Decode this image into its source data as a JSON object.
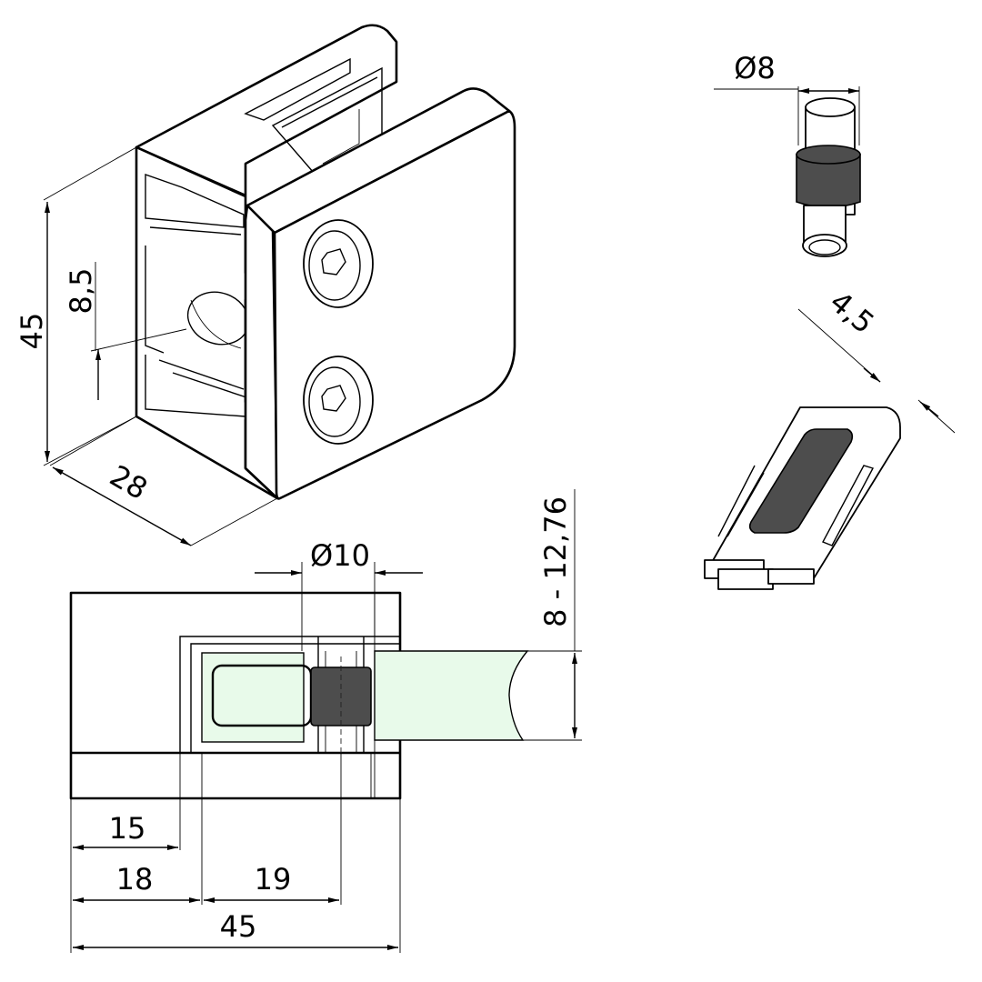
{
  "dimensions": {
    "iso_height": "45",
    "iso_hole_offset": "8,5",
    "iso_depth": "28",
    "pin_diameter": "Ø8",
    "pad_thickness": "4,5",
    "bore_diameter": "Ø10",
    "glass_range": "8 - 12,76",
    "dim_15": "15",
    "dim_18": "18",
    "dim_19": "19",
    "dim_45_bottom": "45"
  },
  "colors": {
    "glass": "#e8faea",
    "rubber": "#4d4d4d",
    "line": "#000000"
  }
}
